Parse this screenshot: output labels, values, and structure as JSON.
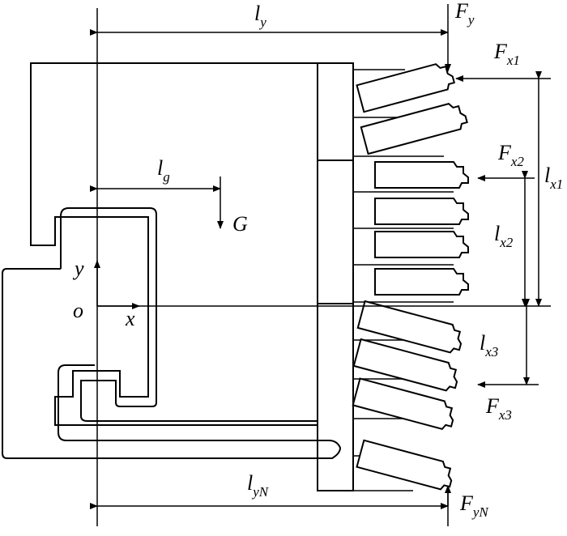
{
  "figure": {
    "labels": {
      "ly": {
        "main": "l",
        "sub": "y"
      },
      "Fy": {
        "main": "F",
        "sub": "y"
      },
      "Fx1": {
        "main": "F",
        "sub": "x1"
      },
      "lx1": {
        "main": "l",
        "sub": "x1"
      },
      "Fx2": {
        "main": "F",
        "sub": "x2"
      },
      "lg": {
        "main": "l",
        "sub": "g"
      },
      "lx2": {
        "main": "l",
        "sub": "x2"
      },
      "G": {
        "main": "G"
      },
      "y_axis": {
        "main": "y"
      },
      "origin": {
        "main": "o"
      },
      "x_axis": {
        "main": "x"
      },
      "lx3": {
        "main": "l",
        "sub": "x3"
      },
      "Fx3": {
        "main": "F",
        "sub": "x3"
      },
      "lyN": {
        "main": "l",
        "sub": "yN"
      },
      "FyN": {
        "main": "F",
        "sub": "yN"
      }
    }
  }
}
